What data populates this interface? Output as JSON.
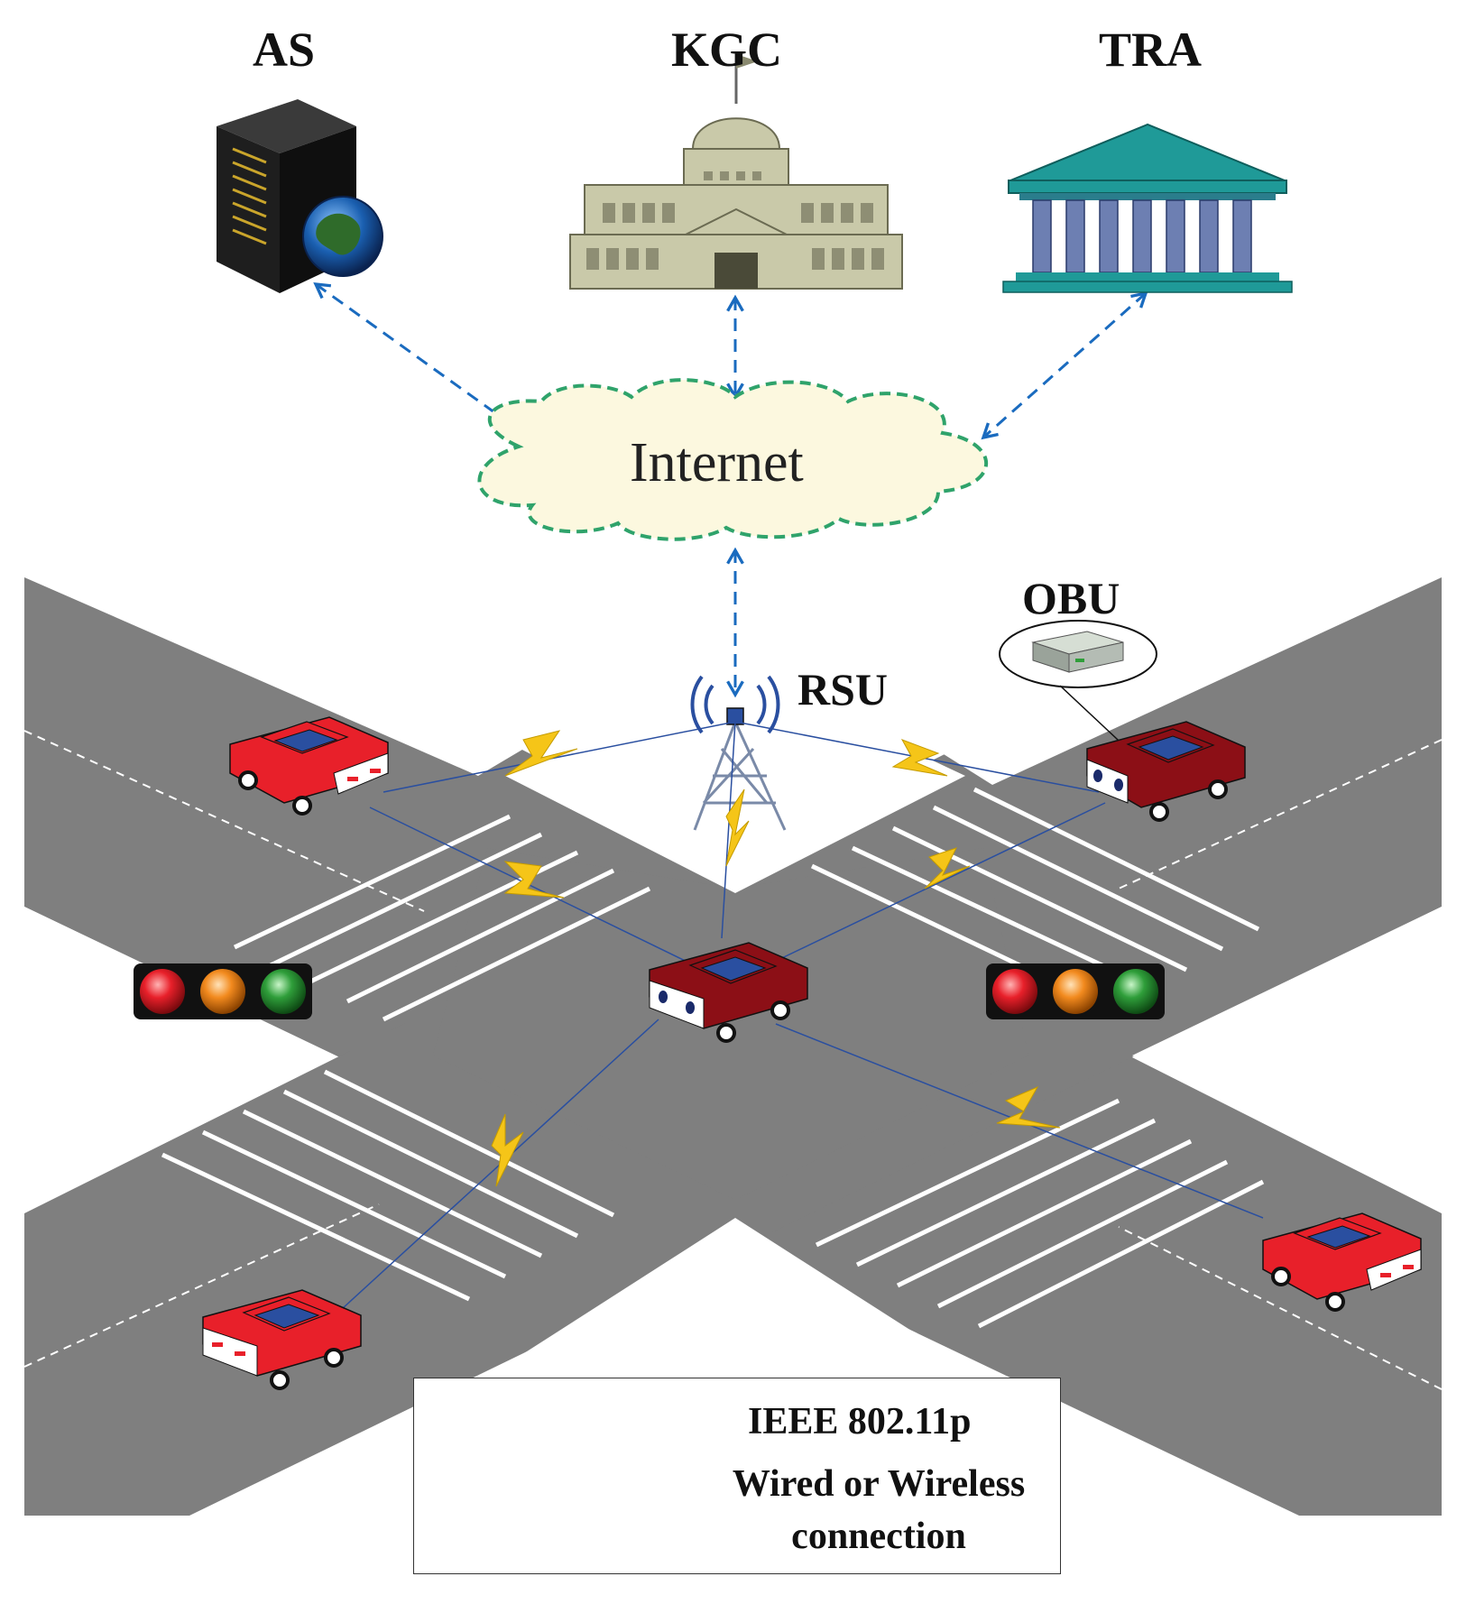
{
  "nodes": {
    "as": "AS",
    "kgc": "KGC",
    "tra": "TRA",
    "internet": "Internet",
    "rsu": "RSU",
    "obu": "OBU"
  },
  "legend": {
    "wireless_label": "IEEE 802.11p",
    "wired_label": "Wired or Wireless connection"
  },
  "colors": {
    "road": "#7f7f7f",
    "car_red": "#e8202a",
    "car_dark_red": "#8c0f16",
    "car_window": "#2a4fa0",
    "arrow_blue": "#1a6bbf",
    "cloud_outline": "#2fa36b",
    "cloud_fill": "#fcf8df",
    "lightning": "#f5c518",
    "tra_teal": "#1f9a98",
    "kgc_beige": "#c9c9a9"
  }
}
